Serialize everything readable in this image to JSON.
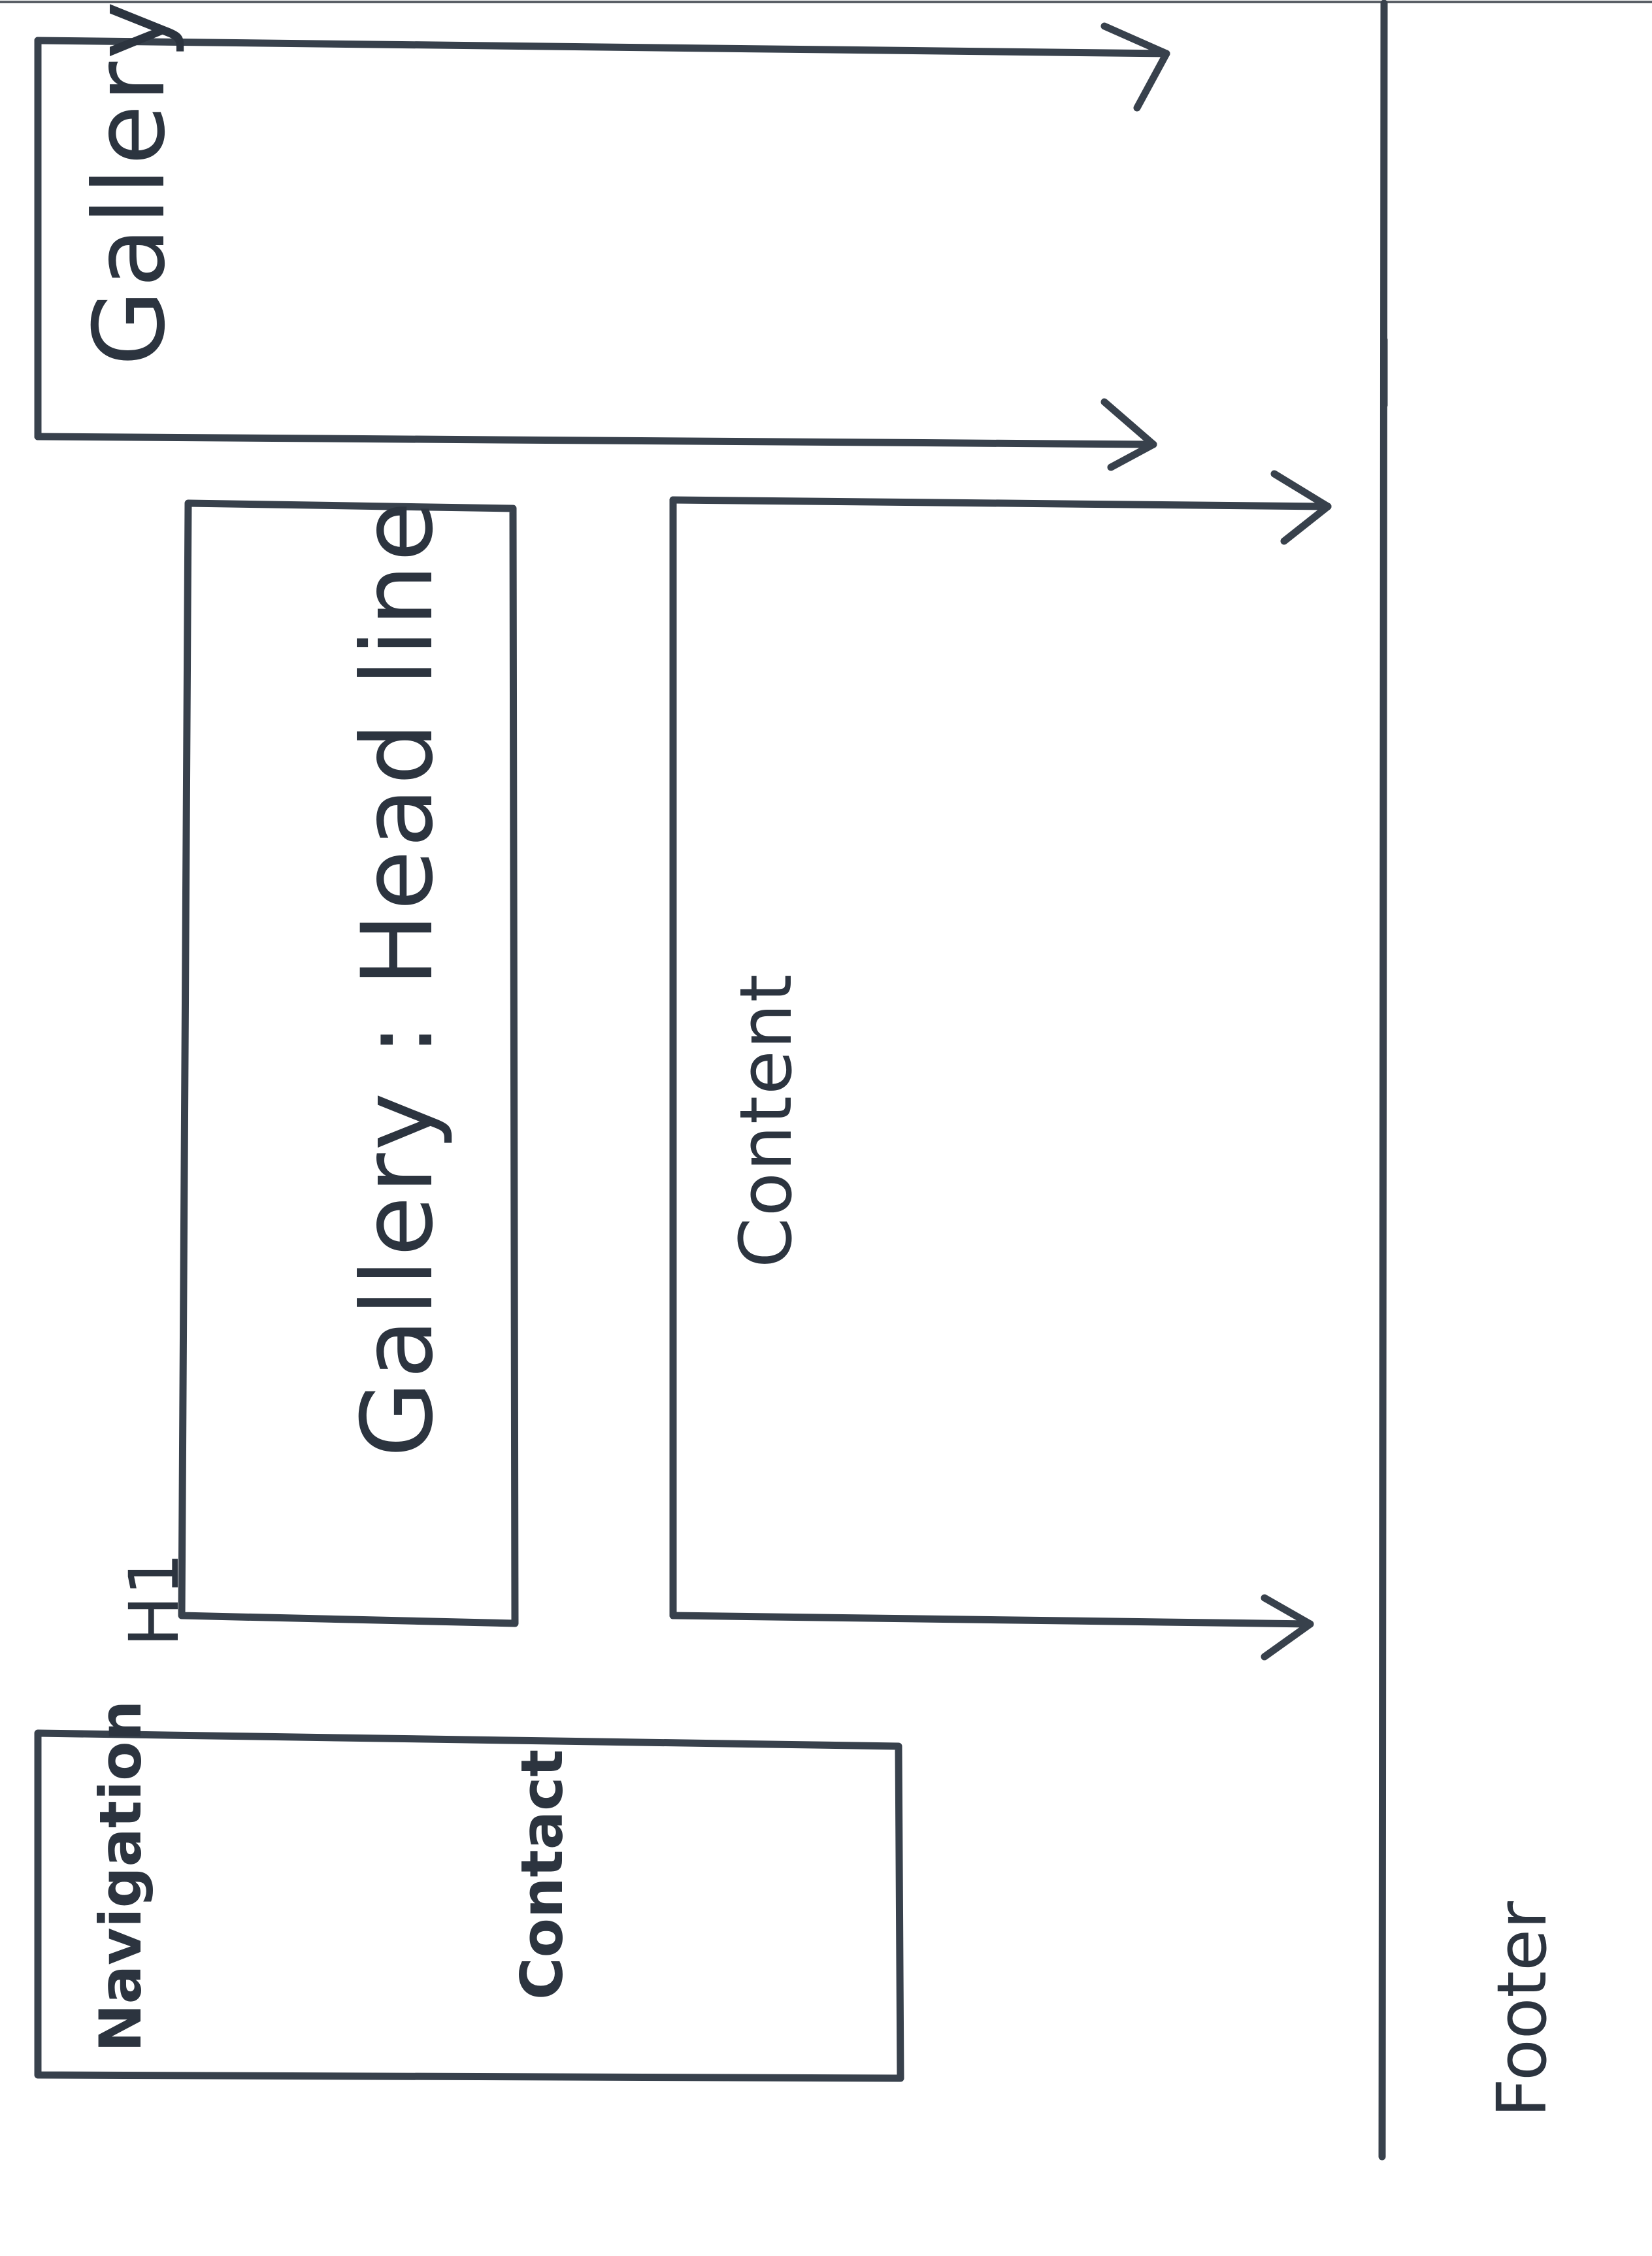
{
  "labels": {
    "gallery": "Gallery",
    "headline": "Gallery : Head line",
    "h1": "H1",
    "content": "Content",
    "navigation": "Navigation",
    "contact": "Contact",
    "footer": "Footer"
  },
  "colors": {
    "ink": "#38414c",
    "paper": "#ffffff"
  }
}
